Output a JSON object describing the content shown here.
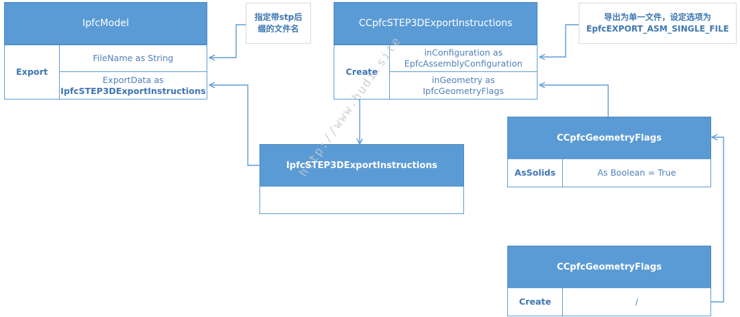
{
  "ipfc_model": {
    "title": "IpfcModel",
    "method": "Export",
    "params": [
      "FileName as String",
      "ExportData as",
      "IpfcSTEP3DExportInstructions"
    ]
  },
  "note_left": {
    "line1": "指定带stp后",
    "line2": "缀的文件名"
  },
  "ccpfc_step": {
    "title": "CCpfcSTEP3DExportInstructions",
    "method": "Create",
    "param1_line1": "inConfiguration as",
    "param1_line2": "EpfcAssemblyConfiguration",
    "param2_line1": "inGeometry as",
    "param2_line2": "IpfcGeometryFlags"
  },
  "note_right": {
    "line1": "导出为单一文件，设定选项为",
    "line2": "EpfcEXPORT_ASM_SINGLE_FILE"
  },
  "ipfc_step": {
    "title": "IpfcSTEP3DExportInstructions"
  },
  "geom_flags_1": {
    "title": "CCpfcGeometryFlags",
    "label": "AsSolids",
    "value": "As Boolean = True"
  },
  "geom_flags_2": {
    "title": "CCpfcGeometryFlags",
    "label": "Create",
    "value": "/"
  },
  "watermark": "http://www.hudi.site",
  "colors": {
    "header": "#5b9bd5",
    "border": "#5b9bd5",
    "text": "#4e7fb8",
    "connector": "#5b9bd5"
  }
}
